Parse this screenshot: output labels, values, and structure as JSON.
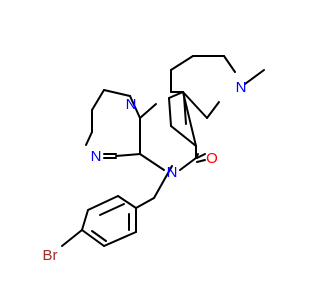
{
  "molecule": {
    "atom_labels": {
      "n_imidazoline_top": "N",
      "n_imine": "N",
      "n_amide": "N",
      "n_methyl": "N",
      "carbonyl_oxygen": "O",
      "bromine": "Br"
    },
    "colors": {
      "bond": "#000000",
      "nitrogen": "#0000ff",
      "oxygen": "#ff0000",
      "bromine": "#a52a2a"
    }
  }
}
